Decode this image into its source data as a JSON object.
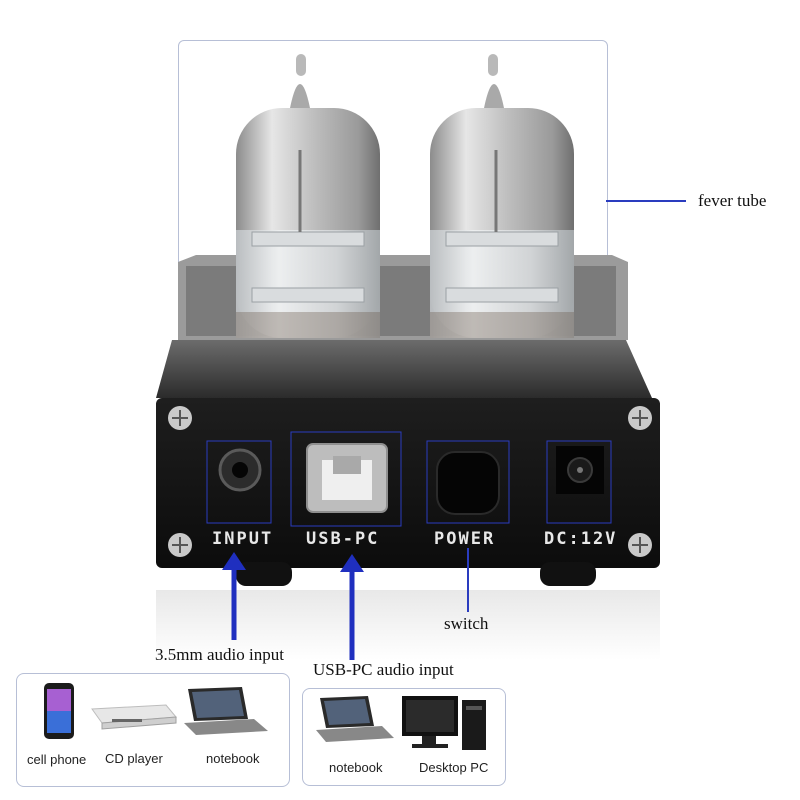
{
  "callouts": {
    "fever_tube": "fever tube",
    "switch": "switch",
    "audio_35": "3.5mm audio input",
    "usb_pc": "USB-PC audio input"
  },
  "panel_labels": {
    "input": "INPUT",
    "usb_pc": "USB-PC",
    "power": "POWER",
    "dc": "DC:12V"
  },
  "sources_left": [
    "cell phone",
    "CD player",
    "notebook"
  ],
  "sources_right": [
    "notebook",
    "Desktop PC"
  ],
  "colors": {
    "arrow": "#1f2fbf",
    "line": "#2a3cbf",
    "box_border": "#b7bfd6",
    "chassis": "#141414"
  },
  "icons": [
    "phone-icon",
    "cd-player-icon",
    "laptop-icon",
    "desktop-pc-icon",
    "screw-icon"
  ]
}
